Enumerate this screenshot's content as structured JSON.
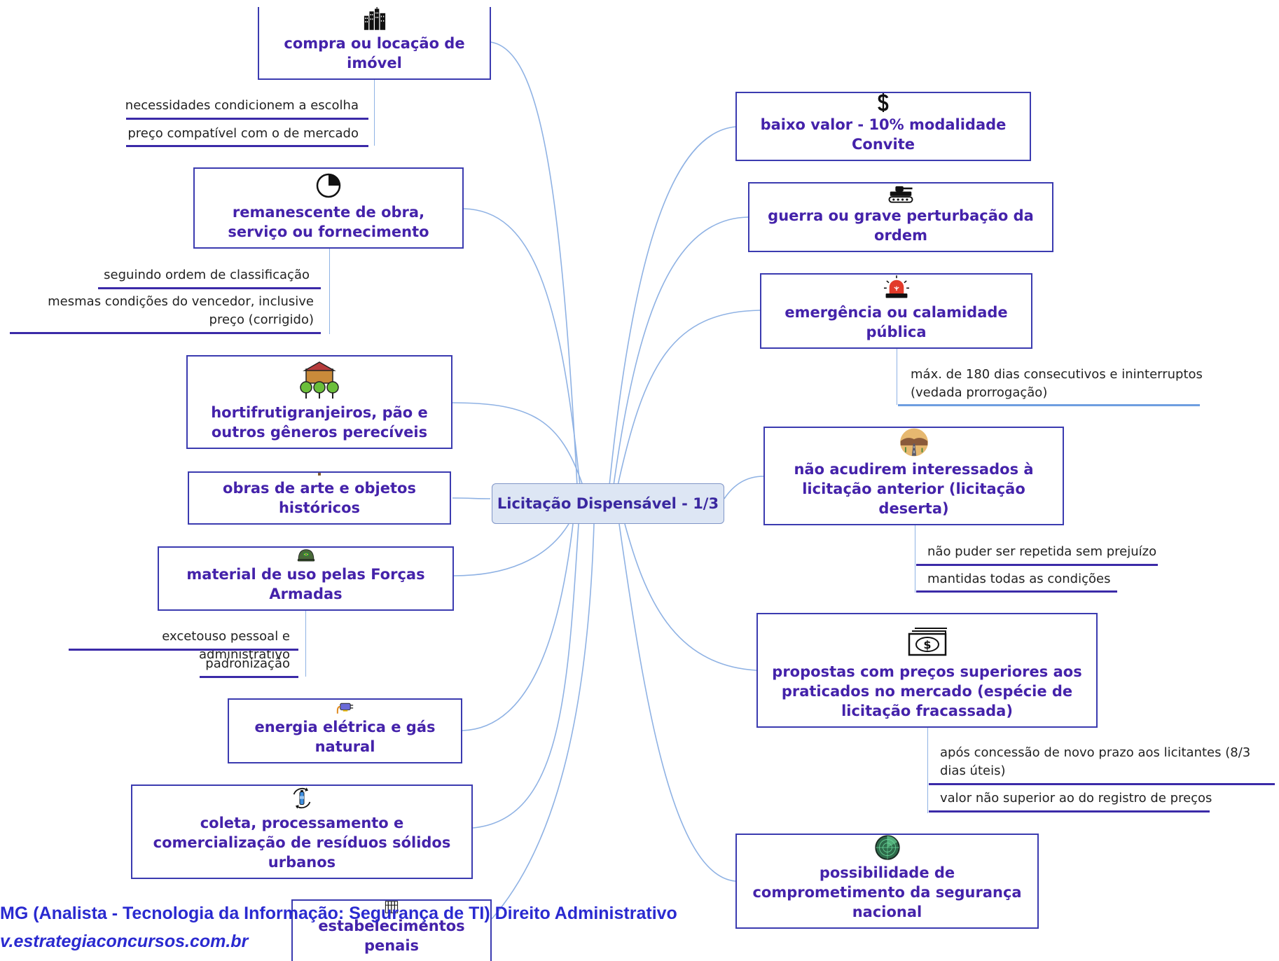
{
  "central": {
    "label": "Licitação Dispensável - 1/3"
  },
  "left_nodes": [
    {
      "label": "compra ou locação de imóvel",
      "icon": "buildings-icon",
      "subs": [
        "necessidades condicionem a escolha",
        "preço compatível com o de mercado"
      ]
    },
    {
      "label": "remanescente de obra, serviço ou fornecimento",
      "icon": "pie-chart-icon",
      "subs": [
        "seguindo ordem de classificação",
        "mesmas condições do vencedor, inclusive preço (corrigido)"
      ]
    },
    {
      "label": "hortifrutigranjeiros, pão e outros gêneros perecíveis",
      "icon": "farm-icon",
      "subs": []
    },
    {
      "label": "obras de arte e objetos históricos",
      "icon": "painting-icon",
      "subs": []
    },
    {
      "label": "material de uso pelas Forças Armadas",
      "icon": "military-helmet-icon",
      "subs": [
        "excetouso pessoal e administrativo",
        "padronização"
      ]
    },
    {
      "label": "energia elétrica e gás natural",
      "icon": "energy-plug-icon",
      "subs": []
    },
    {
      "label": "coleta, processamento e comercialização de resíduos sólidos urbanos",
      "icon": "recycle-bottle-icon",
      "subs": []
    },
    {
      "label": "estabelecimentos penais",
      "icon": "prison-icon",
      "subs": []
    }
  ],
  "right_nodes": [
    {
      "label": "baixo valor - 10% modalidade Convite",
      "icon": "dollar-icon",
      "subs": []
    },
    {
      "label": "guerra ou grave perturbação da ordem",
      "icon": "tank-icon",
      "subs": []
    },
    {
      "label": "emergência ou calamidade pública",
      "icon": "siren-icon",
      "subs": [
        "máx. de 180 dias consecutivos e ininterruptos (vedada prorrogação)"
      ]
    },
    {
      "label": "não acudirem interessados à licitação anterior (licitação deserta)",
      "icon": "desert-road-icon",
      "subs": [
        "não puder ser repetida sem prejuízo",
        "mantidas todas as condições"
      ]
    },
    {
      "label": "propostas com preços superiores aos praticados no mercado (espécie de licitação fracassada)",
      "icon": "cash-icon",
      "subs": [
        "após concessão de novo prazo aos licitantes (8/3 dias úteis)",
        "valor não superior ao do registro de preços"
      ]
    },
    {
      "label": "possibilidade de comprometimento da segurança nacional",
      "icon": "radar-icon",
      "subs": []
    }
  ],
  "footer": {
    "line1": "MG (Analista - Tecnologia da Informação: Segurança de TI) Direito Administrativo",
    "line2": "v.estrategiaconcursos.com.br"
  },
  "colors": {
    "node_border": "#3b3bb0",
    "node_text": "#4422aa",
    "central_fill": "#dde6f4",
    "connector": "#8fb2e4",
    "footer_text": "#2a2ad0"
  }
}
